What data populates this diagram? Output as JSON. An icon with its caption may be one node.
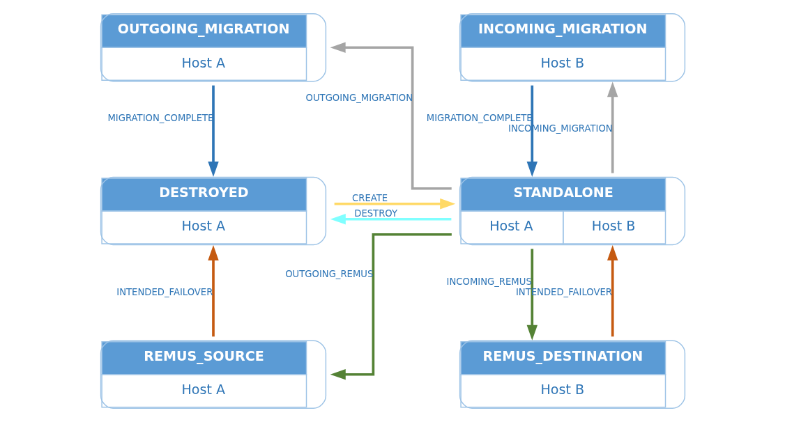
{
  "diagram": {
    "nodes": [
      {
        "text": [
          "OUTGOING_MIGRATION",
          "Host A"
        ]
      },
      {
        "text": [
          "INCOMING_MIGRATION",
          "Host B"
        ]
      },
      {
        "text": [
          "DESTROYED",
          "Host A"
        ]
      },
      {
        "text": [
          "STANDALONE",
          "Host A",
          "Host B"
        ]
      },
      {
        "text": [
          "REMUS_SOURCE",
          "Host A"
        ]
      },
      {
        "text": [
          "REMUS_DESTINATION",
          "Host B"
        ]
      }
    ],
    "edges": [
      {
        "from": 0,
        "to": 2,
        "arrow": "to",
        "label": "MIGRATION_COMPLETE",
        "color": "#2e75b6"
      },
      {
        "from": 3,
        "to": 0,
        "arrow": "to",
        "label": "OUTGOING_MIGRATION",
        "color": "#a5a5a5"
      },
      {
        "from": 1,
        "to": 3,
        "arrow": "to",
        "label": "MIGRATION_COMPLETE",
        "color": "#2e75b6"
      },
      {
        "from": 3,
        "to": 1,
        "arrow": "to",
        "label": "INCOMING_MIGRATION",
        "color": "#a5a5a5"
      },
      {
        "from": 3,
        "to": 2,
        "arrow": "to",
        "label": "DESTROY",
        "color": "#80ffff"
      },
      {
        "from": 2,
        "to": 3,
        "arrow": "to",
        "label": "CREATE",
        "color": "#ffd966"
      },
      {
        "from": 3,
        "to": 4,
        "arrow": "to",
        "label": "OUTGOING_REMUS",
        "color": "#548235"
      },
      {
        "from": 4,
        "to": 2,
        "arrow": "to",
        "label": "INTENDED_FAILOVER",
        "color": "#c55a11"
      },
      {
        "from": 5,
        "to": 3,
        "arrow": "to",
        "label": "INTENDED_FAILOVER",
        "color": "#c55a11"
      },
      {
        "from": 3,
        "to": 5,
        "arrow": "to",
        "label": "INCOMING_REMUS",
        "color": "#548235"
      }
    ]
  }
}
